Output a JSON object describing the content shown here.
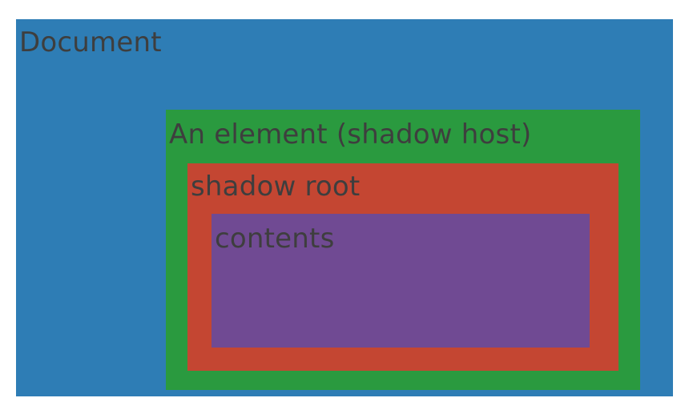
{
  "document": {
    "label": "Document",
    "color": "#2e7db5"
  },
  "shadow_host": {
    "label": "An element  (shadow host)",
    "color": "#2a9a3f"
  },
  "shadow_root": {
    "label": "shadow root",
    "color": "#c44632"
  },
  "contents": {
    "label": "contents",
    "color": "#704a93"
  }
}
